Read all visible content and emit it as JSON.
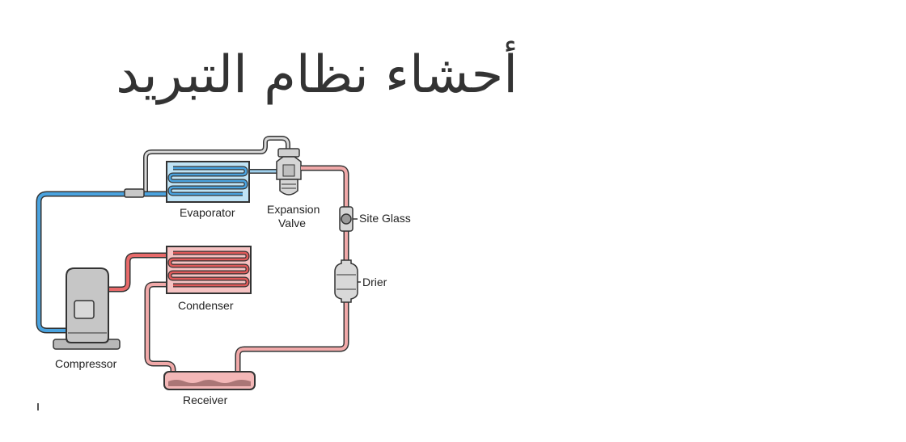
{
  "slide": {
    "title": "أحشاء نظام التبريد"
  },
  "diagram": {
    "labels": {
      "evaporator": "Evaporator",
      "expansion_line1": "Expansion",
      "expansion_line2": "Valve",
      "site_glass": "Site Glass",
      "drier": "Drier",
      "condenser": "Condenser",
      "compressor": "Compressor",
      "receiver": "Receiver"
    },
    "colors": {
      "low_pressure_line": "#4aa3df",
      "high_pressure_line": "#e05a5a",
      "evaporator_fill": "#bfe3f5",
      "condenser_fill": "#f6c3c3",
      "component_gray": "#b0b0b0"
    }
  }
}
